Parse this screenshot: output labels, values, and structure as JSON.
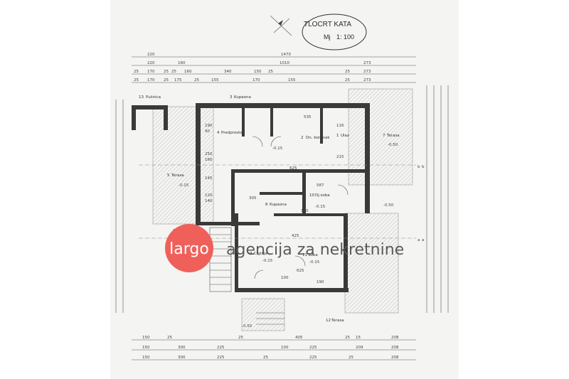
{
  "title_block": {
    "title": "TLOCRT KATA",
    "scale_label": "Mj",
    "scale_value": "1: 100"
  },
  "dimensions": {
    "top_row1": [
      "220",
      "1470"
    ],
    "top_row2": [
      "220",
      "160",
      "1010",
      "273"
    ],
    "top_row3": [
      "25",
      "170",
      "25",
      "25",
      "160",
      "340",
      "150",
      "25",
      "25",
      "273"
    ],
    "top_row4": [
      "25",
      "170",
      "25",
      "175",
      "25",
      "155",
      "170",
      "155",
      "25",
      "273"
    ],
    "bottom_row1": [
      "150",
      "25",
      "25",
      "405",
      "25",
      "15",
      "208"
    ],
    "bottom_row2": [
      "150",
      "300",
      "225",
      "100",
      "225",
      "209",
      "208"
    ],
    "bottom_row3": [
      "150",
      "300",
      "225",
      "25",
      "225",
      "25",
      "208"
    ],
    "interior": [
      "535",
      "625",
      "587",
      "305",
      "425",
      "625",
      "190",
      "100",
      "190",
      "100",
      "116",
      "215",
      "250",
      "145",
      "120",
      "90",
      "160",
      "140"
    ]
  },
  "rooms": [
    {
      "num": "13",
      "name": "Pušnica"
    },
    {
      "num": "3",
      "name": "Kupaona"
    },
    {
      "num": "4",
      "name": "Predprostor"
    },
    {
      "num": "2",
      "name": "Dn. boravak"
    },
    {
      "num": "1",
      "name": "Ulaz"
    },
    {
      "num": "7",
      "name": "Terasa"
    },
    {
      "num": "5",
      "name": "Terasa"
    },
    {
      "num": "10",
      "name": "Dj.soba"
    },
    {
      "num": "8",
      "name": "Kupaona"
    },
    {
      "num": "6",
      "name": "Stepenice"
    },
    {
      "num": "9",
      "name": "Ciginja"
    },
    {
      "num": "11",
      "name": "Soba"
    },
    {
      "num": "12",
      "name": "Terasa"
    }
  ],
  "section_marks": [
    "b",
    "b",
    "a",
    "a"
  ],
  "level_marks": [
    "-0.15",
    "-0.50",
    "-0.15",
    "-0.15",
    "-0.50",
    "-0.15",
    "-0.15",
    "-0.50"
  ],
  "watermark": {
    "logo_text": "largo",
    "tagline": "agencija za nekretnine",
    "logo_color": "#f0605a",
    "text_color": "#5a5a5a"
  }
}
